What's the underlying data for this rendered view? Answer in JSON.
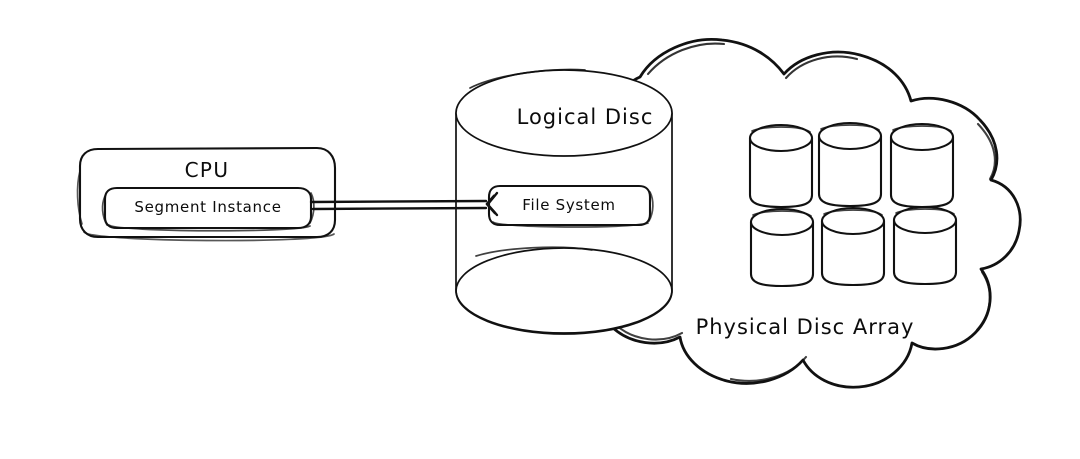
{
  "diagram": {
    "title": "Logical Disc / Physical Disc Array storage diagram",
    "style": "hand-drawn sketch",
    "background_color": "#ffffff",
    "stroke_color": "#111111",
    "nodes": {
      "cpu": {
        "label": "CPU",
        "shape": "rounded-rectangle",
        "child": {
          "label": "Segment Instance",
          "shape": "rounded-rectangle"
        }
      },
      "logical_disc": {
        "label": "Logical Disc",
        "shape": "cylinder",
        "child": {
          "label": "File System",
          "shape": "rounded-rectangle"
        }
      },
      "physical_disc_array": {
        "label": "Physical Disc Array",
        "shape": "cloud",
        "disc_count": 6,
        "disc_grid": "2 rows x 3 columns",
        "discs": [
          {
            "row": 1,
            "col": 1
          },
          {
            "row": 1,
            "col": 2
          },
          {
            "row": 1,
            "col": 3
          },
          {
            "row": 2,
            "col": 1
          },
          {
            "row": 2,
            "col": 2
          },
          {
            "row": 2,
            "col": 3
          }
        ]
      }
    },
    "edges": [
      {
        "from": "Segment Instance",
        "to": "File System",
        "style": "solid double-stroke line",
        "arrowhead": "at File System end",
        "label": ""
      }
    ]
  }
}
